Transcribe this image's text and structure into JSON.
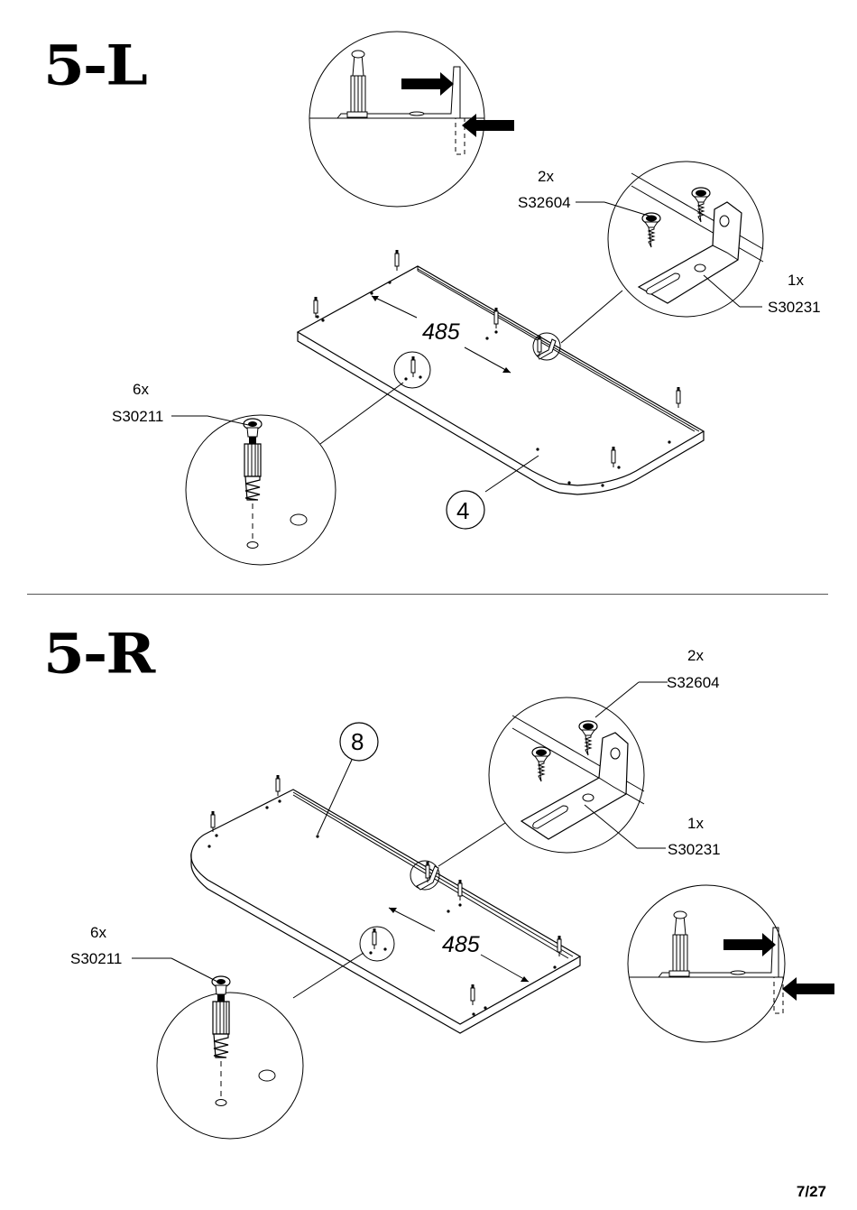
{
  "page": {
    "number": "7/27"
  },
  "step_left": {
    "title": "5-L",
    "part_number": "4",
    "dimension": "485",
    "fitting_bracket": {
      "qty": "1x",
      "code": "S30231"
    },
    "fitting_screw": {
      "qty": "2x",
      "code": "S32604"
    },
    "fitting_dowel": {
      "qty": "6x",
      "code": "S30211"
    }
  },
  "step_right": {
    "title": "5-R",
    "part_number": "8",
    "dimension": "485",
    "fitting_bracket": {
      "qty": "1x",
      "code": "S30231"
    },
    "fitting_screw": {
      "qty": "2x",
      "code": "S32604"
    },
    "fitting_dowel": {
      "qty": "6x",
      "code": "S30211"
    }
  }
}
